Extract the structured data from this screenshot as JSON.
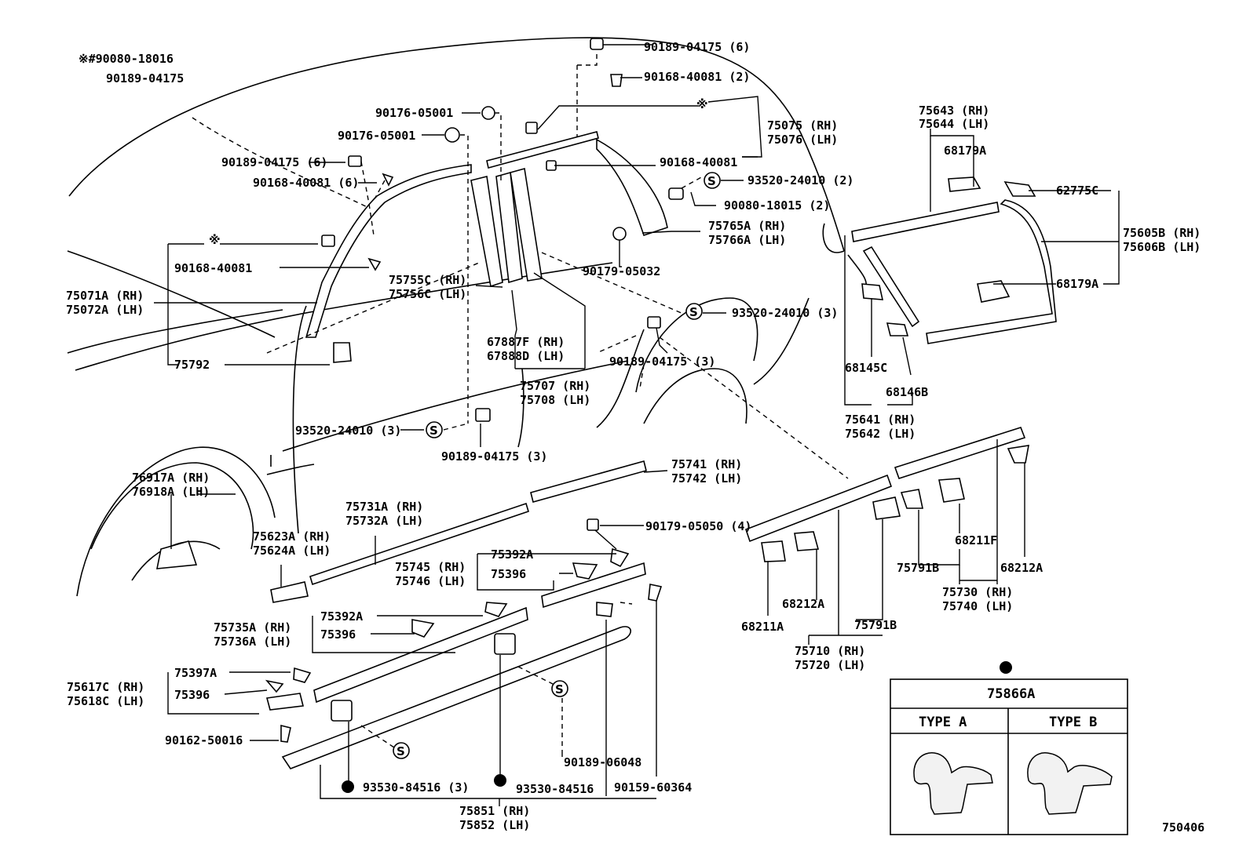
{
  "note": {
    "marker": "※",
    "line1": "#90080-18016",
    "line2": "90189-04175"
  },
  "labels": {
    "p90189_04175_6_top": "90189-04175 (6)",
    "p90168_40081_2": "90168-40081 (2)",
    "p90176_05001_a": "90176-05001",
    "p90176_05001_b": "90176-05001",
    "p75075": "75075 (RH)",
    "p75076": "75076 (LH)",
    "p90189_04175_6_left": "90189-04175 (6)",
    "p90168_40081_6": "90168-40081 (6)",
    "p90168_40081_mid": "90168-40081",
    "p93520_24010_2": "93520-24010 (2)",
    "p90080_18015_2": "90080-18015 (2)",
    "p75765A": "75765A (RH)",
    "p75766A": "75766A (LH)",
    "p90168_40081_left": "90168-40081",
    "p90179_05032": "90179-05032",
    "p75755C": "75755C (RH)",
    "p75756C": "75756C (LH)",
    "p75071A": "75071A (RH)",
    "p75072A": "75072A (LH)",
    "p93520_24010_3_mid": "93520-24010 (3)",
    "p67887F": "67887F (RH)",
    "p67888D": "67888D (LH)",
    "p90189_04175_3_mid": "90189-04175 (3)",
    "p75792": "75792",
    "p75707": "75707 (RH)",
    "p75708": "75708 (LH)",
    "p93520_24010_3_low": "93520-24010 (3)",
    "p90189_04175_3_low": "90189-04175 (3)",
    "p75643": "75643 (RH)",
    "p75644": "75644 (LH)",
    "p68179A_top": "68179A",
    "p62775C": "62775C",
    "p75605B": "75605B (RH)",
    "p75606B": "75606B (LH)",
    "p68179A_low": "68179A",
    "p68145C": "68145C",
    "p68146B": "68146B",
    "p75641": "75641 (RH)",
    "p75642": "75642 (LH)",
    "p76917A": "76917A (RH)",
    "p76918A": "76918A (LH)",
    "p75741": "75741 (RH)",
    "p75742": "75742 (LH)",
    "p75731A": "75731A (RH)",
    "p75732A": "75732A (LH)",
    "p90179_05050_4": "90179-05050 (4)",
    "p75623A": "75623A (RH)",
    "p75624A": "75624A (LH)",
    "p75392A_a": "75392A",
    "p75745": "75745 (RH)",
    "p75746": "75746 (LH)",
    "p75396_a": "75396",
    "p75735A": "75735A (RH)",
    "p75736A": "75736A (LH)",
    "p75392A_b": "75392A",
    "p75396_b": "75396",
    "p75617C": "75617C (RH)",
    "p75618C": "75618C (LH)",
    "p75397A": "75397A",
    "p75396_c": "75396",
    "p90162_50016": "90162-50016",
    "p90189_06048": "90189-06048",
    "p93530_84516_3": "93530-84516 (3)",
    "p93530_84516": "93530-84516",
    "p90159_60364": "90159-60364",
    "p75851": "75851 (RH)",
    "p75852": "75852 (LH)",
    "p68211F": "68211F",
    "p75791B_a": "75791B",
    "p68212A_r": "68212A",
    "p75730": "75730 (RH)",
    "p75740": "75740 (LH)",
    "p68212A_l": "68212A",
    "p68211A": "68211A",
    "p75791B_b": "75791B",
    "p75710": "75710 (RH)",
    "p75720": "75720 (LH)",
    "diagram_id": "750406"
  },
  "symbols": {
    "s": "S",
    "star": "※"
  },
  "clip_table": {
    "part": "75866A",
    "type_a": "TYPE  A",
    "type_b": "TYPE  B"
  }
}
